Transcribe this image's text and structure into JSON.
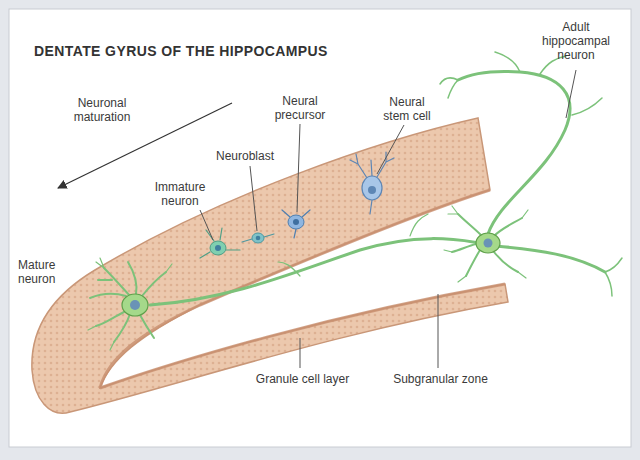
{
  "diagram": {
    "title": "DENTATE GYRUS OF THE HIPPOCAMPUS",
    "labels": [
      "Adult hippocampal neuron",
      "Neuronal maturation",
      "Neural stem cell",
      "Neural precursor",
      "Neuroblast",
      "Immature neuron",
      "Mature neuron",
      "Granule cell layer",
      "Subgranular zone"
    ]
  }
}
